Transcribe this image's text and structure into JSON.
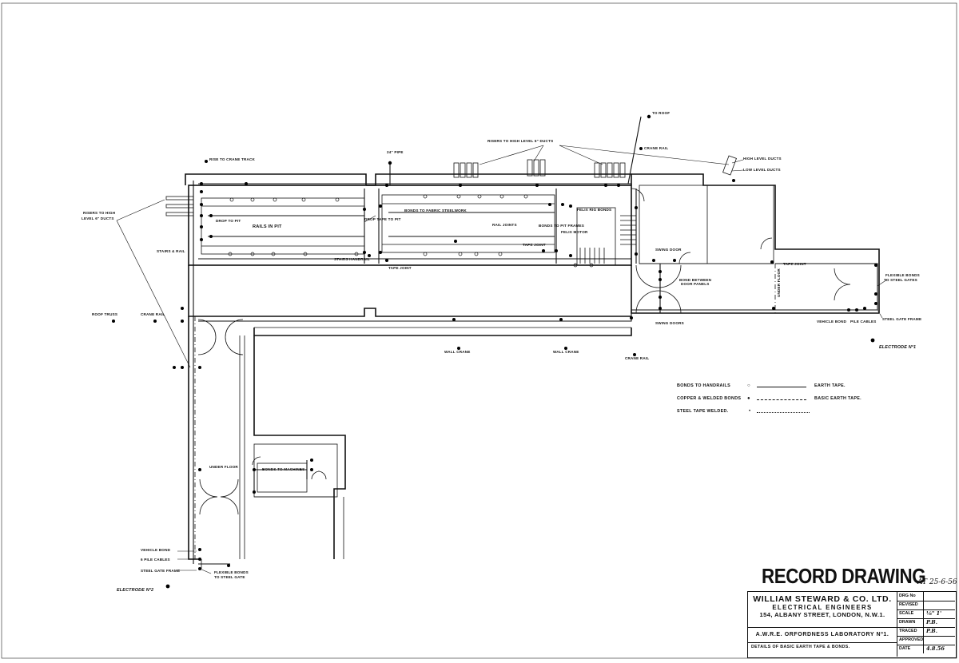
{
  "drawing": {
    "record_title": "RECORD DRAWING",
    "record_date": "AT 25-6-56"
  },
  "title_block": {
    "company": "WILLIAM STEWARD & CO. LTD.",
    "company_sub": "ELECTRICAL ENGINEERS",
    "address": "154, ALBANY STREET, LONDON, N.W.1.",
    "project": "A.W.R.E. ORFORDNESS LABORATORY Nº1.",
    "details": "DETAILS OF BASIC EARTH TAPE & BONDS.",
    "fields": [
      {
        "key": "DRG No",
        "value": ""
      },
      {
        "key": "REVISED",
        "value": ""
      },
      {
        "key": "SCALE",
        "value": "⅛\" 1'"
      },
      {
        "key": "DRAWN",
        "value": "P.B."
      },
      {
        "key": "TRACED",
        "value": "P.B."
      },
      {
        "key": "APPROVED",
        "value": ""
      },
      {
        "key": "DATE",
        "value": "4.8.56"
      }
    ]
  },
  "legend": {
    "rows": [
      {
        "label": "BONDS TO HANDRAILS",
        "symbol": "○",
        "right": "EARTH TAPE."
      },
      {
        "label": "COPPER & WELDED BONDS",
        "symbol": "●",
        "right": "BASIC EARTH TAPE."
      },
      {
        "label": "STEEL TAPE WELDED.",
        "symbol": "•",
        "right": ""
      }
    ]
  },
  "labels": {
    "rise_crane_track": "RISE TO CRANE TRACK",
    "risers_left": "RISERS TO HIGH",
    "risers_left_2": "LEVEL 6\" DUCTS",
    "stairs_rail": "STAIRS & RAIL",
    "roof_truss": "ROOF TRUSS",
    "crane_rail_left": "CRANE RAIL",
    "drop_to_pit": "DROP TO PIT",
    "rails_in_pit": "RAILS IN PIT",
    "stairs_handrail": "STAIRS HANDRAIL",
    "tape_to_pit": "DROP TAPE TO PIT",
    "pipe_24": "24\" PIPE",
    "bonds_fabric": "BONDS TO FABRIC STEELWORK",
    "rail_joints": "RAIL JOINTS",
    "tape_joint": "TAPE JOINT",
    "tape_joint_2": "TAPE JOINT",
    "risers_high": "RISERS TO HIGH LEVEL 6\" DUCTS",
    "to_roof": "TO ROOF",
    "crane_rail_top": "CRANE RAIL",
    "high_level_ducts": "HIGH LEVEL DUCTS",
    "low_level_ducts": "LOW LEVEL DUCTS",
    "felix_rig_bonds": "FELIX RIG BONDS",
    "bonds_pit_frames": "BONDS TO PIT FRAMES",
    "felix_motor": "FELIX MOTOR",
    "swing_door": "SWING DOOR",
    "bond_between": "BOND BETWEEN",
    "bond_between_2": "DOOR PANELS",
    "swing_doors": "SWING DOORS",
    "tape_joint_3": "TAPE JOINT",
    "under_floor": "UNDER FLOOR",
    "flexible_bonds": "FLEXIBLE BONDS",
    "flexible_bonds_2": "TO STEEL GATES",
    "vehicle_bond": "VEHICLE BOND",
    "pile_cables": "PILE CABLES",
    "steel_gate_frame": "STEEL GATE FRAME",
    "electrode_1": "ELECTRODE Nº1",
    "wall_crane_1": "WALL CRANE",
    "wall_crane_2": "WALL CRANE",
    "crane_rail_3": "CRANE RAIL",
    "under_floor_left": "UNDER FLOOR",
    "bonds_machines": "BONDS TO MACHINES",
    "vehicle_bond_2": "VEHICLE BOND",
    "pile_cables_2": "6 PILE CABLES",
    "steel_gate_frame_2": "STEEL GATE FRAME",
    "flexible_bonds_3": "FLEXIBLE BONDS",
    "flexible_bonds_4": "TO STEEL GATE",
    "electrode_2": "ELECTRODE Nº2"
  }
}
